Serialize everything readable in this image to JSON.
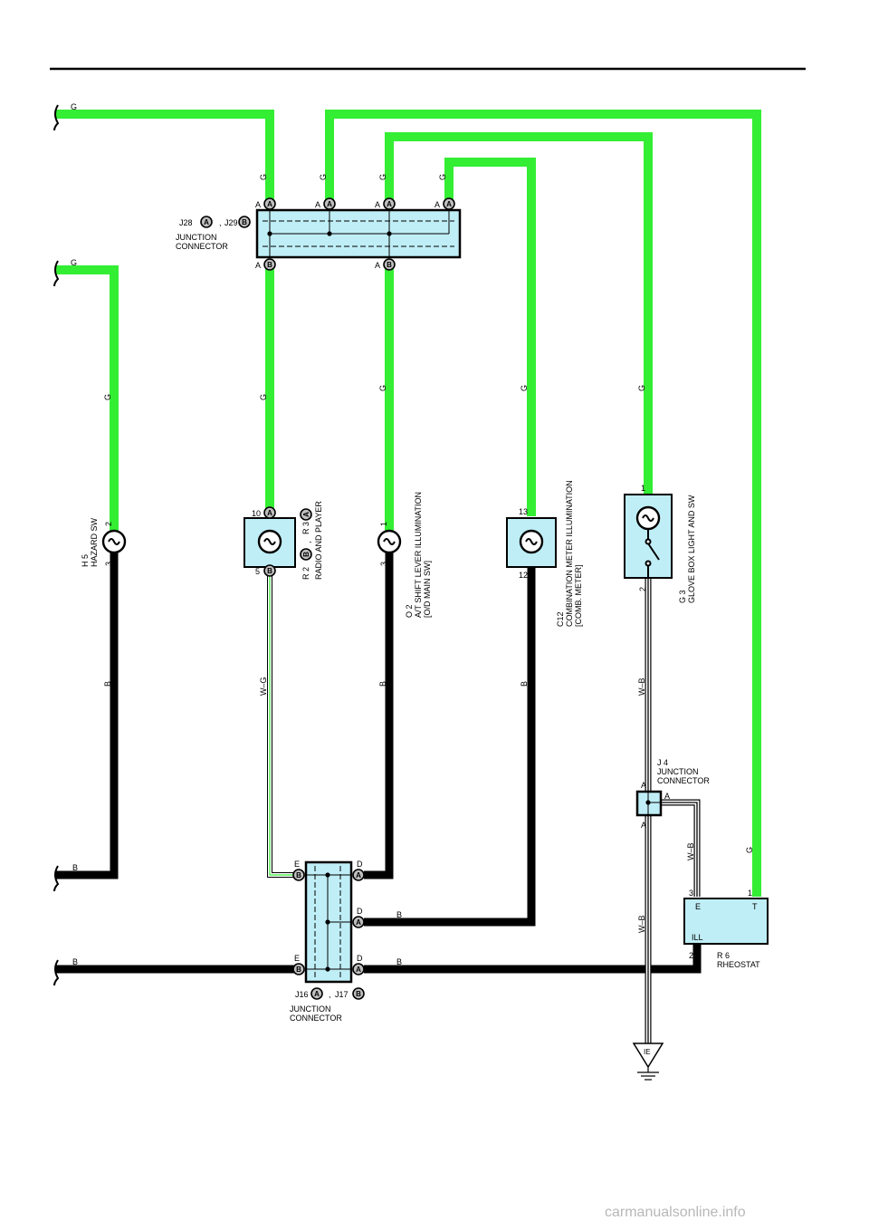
{
  "wire_colors": {
    "G": "#33ee33",
    "B": "#000000",
    "W_B": "#ffffff",
    "W_G": "#ffffff"
  },
  "labels": {
    "g": "G",
    "b": "B",
    "wb": "W–B",
    "wg": "W–G",
    "pin_a": "A",
    "pin_b": "B",
    "pin_d": "D",
    "pin_e": "E",
    "pin_t": "T",
    "pin_ill": "ILL",
    "n1": "1",
    "n2": "2",
    "n3": "3",
    "n5": "5",
    "n10": "10",
    "n12": "12",
    "n13": "13",
    "comma": ","
  },
  "j28": {
    "code": "J28",
    "code2": "J29",
    "line1": "JUNCTION",
    "line2": "CONNECTOR"
  },
  "j16": {
    "code": "J16",
    "code2": "J17",
    "line1": "JUNCTION",
    "line2": "CONNECTOR"
  },
  "j4": {
    "code": "J 4",
    "line1": "JUNCTION",
    "line2": "CONNECTOR"
  },
  "h5": {
    "code": "H 5",
    "name": "HAZARD SW"
  },
  "r2": {
    "code": "R 2",
    "code2": "R 3",
    "name": "RADIO AND PLAYER"
  },
  "o2": {
    "code": "O 2",
    "name": "A/T SHIFT LEVER ILLUMINATION",
    "sub": "[O/D MAIN SW]"
  },
  "c12": {
    "code": "C12",
    "name": "COMBINATION METER ILLUMINATION",
    "sub": "[COMB.  METER]"
  },
  "g3": {
    "code": "G 3",
    "name": "GLOVE BOX LIGHT AND SW"
  },
  "r6": {
    "code": "R 6",
    "name": "RHEOSTAT"
  },
  "ground": {
    "code": "IE"
  },
  "watermark": "carmanualsonline.info"
}
